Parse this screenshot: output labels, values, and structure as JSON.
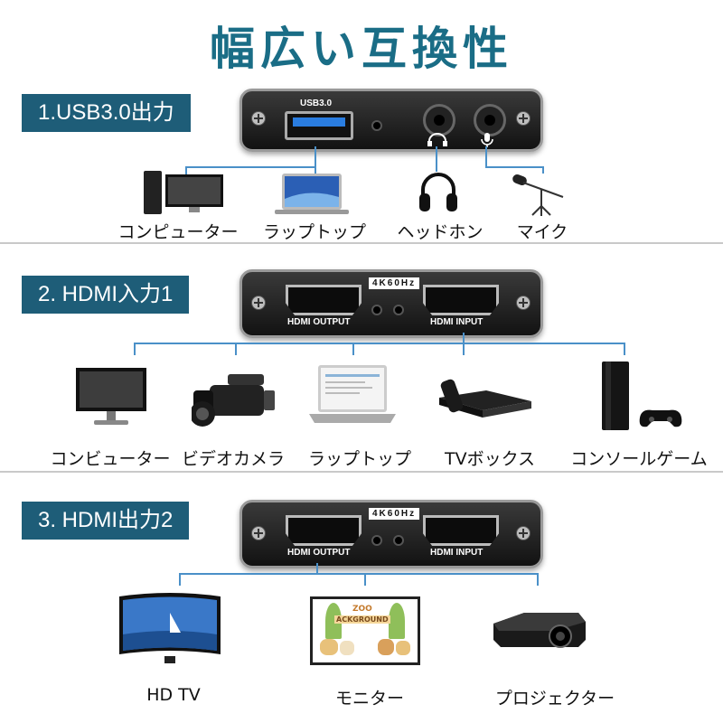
{
  "title": "幅広い互換性",
  "sections": [
    {
      "label": "1.USB3.0出力",
      "device_text": {
        "port_label": "USB3.0"
      },
      "targets": [
        "コンピューター",
        "ラップトップ",
        "ヘッドホン",
        "マイク"
      ]
    },
    {
      "label": "2. HDMI入力1",
      "device_text": {
        "badge": "4K60Hz",
        "out": "HDMI OUTPUT",
        "in": "HDMI INPUT"
      },
      "targets": [
        "コンビューター",
        "ビデオカメラ",
        "ラップトップ",
        "TVボックス",
        "コンソールゲーム"
      ]
    },
    {
      "label": "3. HDMI出力2",
      "device_text": {
        "badge": "4K60Hz",
        "out": "HDMI OUTPUT",
        "in": "HDMI INPUT"
      },
      "targets": [
        "HD TV",
        "モニター",
        "プロジェクター"
      ],
      "monitor_text": {
        "sign": "ZOO",
        "caption": "ACKGROUND"
      }
    }
  ],
  "colors": {
    "accent": "#1a6d86",
    "label_bg": "#1e5d78",
    "connector_line": "#4a90c8"
  }
}
